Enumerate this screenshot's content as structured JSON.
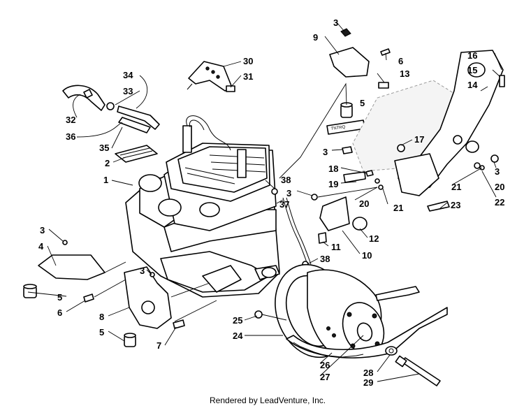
{
  "callouts": {
    "c1": "1",
    "c2": "2",
    "c3a": "3",
    "c3b": "3",
    "c3c": "3",
    "c3d": "3",
    "c3e": "3",
    "c3f": "3",
    "c4": "4",
    "c5a": "5",
    "c5b": "5",
    "c5c": "5",
    "c6a": "6",
    "c6b": "6",
    "c7": "7",
    "c8": "8",
    "c9": "9",
    "c10": "10",
    "c11": "11",
    "c12": "12",
    "c13": "13",
    "c14": "14",
    "c15": "15",
    "c16": "16",
    "c17": "17",
    "c18": "18",
    "c19": "19",
    "c20a": "20",
    "c20b": "20",
    "c21a": "21",
    "c21b": "21",
    "c22": "22",
    "c23": "23",
    "c24": "24",
    "c25": "25",
    "c26": "26",
    "c27": "27",
    "c28": "28",
    "c29": "29",
    "c30": "30",
    "c31": "31",
    "c32": "32",
    "c33": "33",
    "c34": "34",
    "c35": "35",
    "c36": "36",
    "c37": "37",
    "c38a": "38",
    "c38b": "38"
  },
  "footer": {
    "credit": "Rendered by LeadVenture, Inc."
  }
}
